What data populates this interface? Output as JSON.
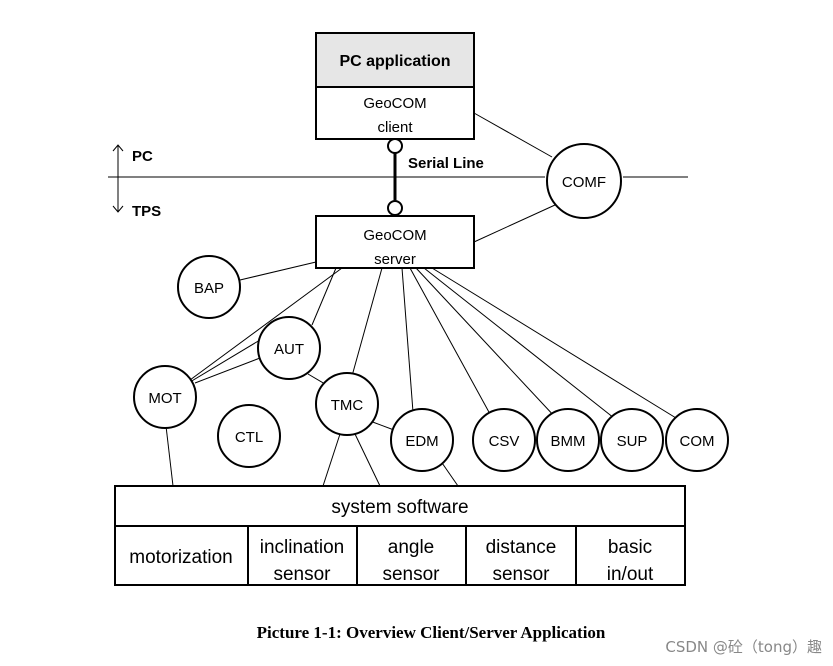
{
  "diagram": {
    "pc_app": {
      "title": "PC application",
      "client_line1": "GeoCOM",
      "client_line2": "client"
    },
    "serial_line_label": "Serial Line",
    "side_pc_label": "PC",
    "side_tps_label": "TPS",
    "server": {
      "line1": "GeoCOM",
      "line2": "server"
    },
    "modules": {
      "comf": "COMF",
      "bap": "BAP",
      "aut": "AUT",
      "mot": "MOT",
      "tmc": "TMC",
      "ctl": "CTL",
      "edm": "EDM",
      "csv": "CSV",
      "bmm": "BMM",
      "sup": "SUP",
      "com": "COM"
    },
    "system_software": {
      "title": "system software",
      "cells": [
        {
          "line1": "motorization",
          "line2": ""
        },
        {
          "line1": "inclination",
          "line2": "sensor"
        },
        {
          "line1": "angle",
          "line2": "sensor"
        },
        {
          "line1": "distance",
          "line2": "sensor"
        },
        {
          "line1": "basic",
          "line2": "in/out"
        }
      ]
    },
    "caption": "Picture 1-1: Overview Client/Server Application"
  },
  "watermark": "CSDN @砼（tong）趣",
  "colors": {
    "header_fill": "#e6e6e6",
    "stroke": "#000000",
    "watermark": "#888888"
  }
}
